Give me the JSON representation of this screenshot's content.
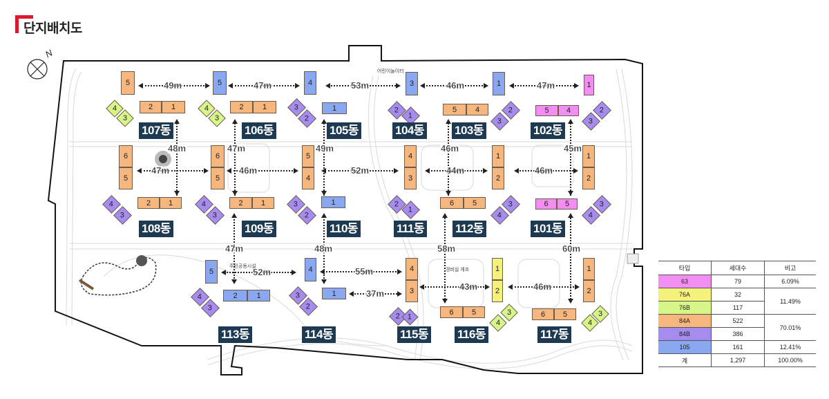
{
  "title": "단지배치도",
  "compass_label": "N",
  "colors": {
    "accent": "#e0182d",
    "label_bg": "#1d3a52",
    "63": "#f28ef2",
    "76A": "#f4f27a",
    "76B": "#d8f58a",
    "84A": "#f6b77f",
    "84B": "#a78cf0",
    "105": "#8aa7f2"
  },
  "buildings": {
    "b107": {
      "label": "107동",
      "units": [
        {
          "n": "5",
          "type": "84A"
        },
        {
          "n": "4",
          "type": "76B"
        },
        {
          "n": "3",
          "type": "76B"
        },
        {
          "n": "2",
          "type": "84A"
        },
        {
          "n": "1",
          "type": "84A"
        }
      ]
    },
    "b106": {
      "label": "106동",
      "units": [
        {
          "n": "5",
          "type": "105"
        },
        {
          "n": "4",
          "type": "76B"
        },
        {
          "n": "3",
          "type": "76B"
        },
        {
          "n": "2",
          "type": "84A"
        },
        {
          "n": "1",
          "type": "84A"
        }
      ]
    },
    "b105": {
      "label": "105동",
      "units": [
        {
          "n": "4",
          "type": "105"
        },
        {
          "n": "3",
          "type": "84B"
        },
        {
          "n": "2",
          "type": "84B"
        },
        {
          "n": "1",
          "type": "105"
        }
      ]
    },
    "b104": {
      "label": "104동",
      "units": [
        {
          "n": "3",
          "type": "105"
        },
        {
          "n": "2",
          "type": "84B"
        },
        {
          "n": "1",
          "type": "84B"
        }
      ]
    },
    "b103": {
      "label": "103동",
      "units": [
        {
          "n": "5",
          "type": "84A"
        },
        {
          "n": "4",
          "type": "84A"
        },
        {
          "n": "1",
          "type": "105"
        },
        {
          "n": "2",
          "type": "84B"
        },
        {
          "n": "3",
          "type": "84B"
        }
      ]
    },
    "b102": {
      "label": "102동",
      "units": [
        {
          "n": "5",
          "type": "63"
        },
        {
          "n": "4",
          "type": "63"
        },
        {
          "n": "1",
          "type": "63"
        },
        {
          "n": "2",
          "type": "84B"
        },
        {
          "n": "3",
          "type": "84B"
        }
      ]
    },
    "b108": {
      "label": "108동",
      "units": [
        {
          "n": "6",
          "type": "84A"
        },
        {
          "n": "5",
          "type": "84A"
        },
        {
          "n": "4",
          "type": "84B"
        },
        {
          "n": "3",
          "type": "84B"
        },
        {
          "n": "2",
          "type": "84A"
        },
        {
          "n": "1",
          "type": "84A"
        }
      ]
    },
    "b109": {
      "label": "109동",
      "units": [
        {
          "n": "6",
          "type": "84A"
        },
        {
          "n": "5",
          "type": "84A"
        },
        {
          "n": "4",
          "type": "84B"
        },
        {
          "n": "3",
          "type": "84B"
        },
        {
          "n": "2",
          "type": "84A"
        },
        {
          "n": "1",
          "type": "84A"
        }
      ]
    },
    "b110": {
      "label": "110동",
      "units": [
        {
          "n": "5",
          "type": "84A"
        },
        {
          "n": "4",
          "type": "84A"
        },
        {
          "n": "3",
          "type": "84B"
        },
        {
          "n": "2",
          "type": "84B"
        },
        {
          "n": "1",
          "type": "105"
        }
      ]
    },
    "b111": {
      "label": "111동",
      "units": [
        {
          "n": "4",
          "type": "84A"
        },
        {
          "n": "3",
          "type": "84A"
        },
        {
          "n": "2",
          "type": "84B"
        },
        {
          "n": "1",
          "type": "84B"
        }
      ]
    },
    "b112": {
      "label": "112동",
      "units": [
        {
          "n": "1",
          "type": "84A"
        },
        {
          "n": "2",
          "type": "84A"
        },
        {
          "n": "6",
          "type": "84A"
        },
        {
          "n": "5",
          "type": "84A"
        },
        {
          "n": "3",
          "type": "84B"
        },
        {
          "n": "4",
          "type": "84B"
        }
      ]
    },
    "b101": {
      "label": "101동",
      "units": [
        {
          "n": "1",
          "type": "84A"
        },
        {
          "n": "2",
          "type": "84A"
        },
        {
          "n": "6",
          "type": "63"
        },
        {
          "n": "5",
          "type": "63"
        },
        {
          "n": "3",
          "type": "84B"
        },
        {
          "n": "4",
          "type": "84B"
        }
      ]
    },
    "b113": {
      "label": "113동",
      "units": [
        {
          "n": "5",
          "type": "105"
        },
        {
          "n": "4",
          "type": "84B"
        },
        {
          "n": "3",
          "type": "84B"
        },
        {
          "n": "2",
          "type": "105"
        },
        {
          "n": "1",
          "type": "105"
        }
      ]
    },
    "b114": {
      "label": "114동",
      "units": [
        {
          "n": "4",
          "type": "105"
        },
        {
          "n": "3",
          "type": "84B"
        },
        {
          "n": "2",
          "type": "84B"
        },
        {
          "n": "1",
          "type": "105"
        }
      ]
    },
    "b115": {
      "label": "115동",
      "units": [
        {
          "n": "4",
          "type": "84A"
        },
        {
          "n": "3",
          "type": "84A"
        },
        {
          "n": "2",
          "type": "84B"
        },
        {
          "n": "1",
          "type": "84B"
        }
      ]
    },
    "b116": {
      "label": "116동",
      "units": [
        {
          "n": "6",
          "type": "84A"
        },
        {
          "n": "5",
          "type": "84A"
        },
        {
          "n": "1",
          "type": "76A"
        },
        {
          "n": "2",
          "type": "76A"
        },
        {
          "n": "3",
          "type": "76B"
        },
        {
          "n": "4",
          "type": "76B"
        }
      ]
    },
    "b117": {
      "label": "117동",
      "units": [
        {
          "n": "6",
          "type": "84A"
        },
        {
          "n": "5",
          "type": "84A"
        },
        {
          "n": "1",
          "type": "84A"
        },
        {
          "n": "2",
          "type": "84A"
        },
        {
          "n": "3",
          "type": "76B"
        },
        {
          "n": "4",
          "type": "76B"
        }
      ]
    }
  },
  "distances": {
    "d107_106": "49m",
    "d106_105": "47m",
    "d105_104": "53m",
    "d104_103": "46m",
    "d103_102": "47m",
    "d107_108": "48m",
    "d106_109": "47m",
    "d105_110": "49m",
    "d104_111": "46m",
    "d103_112": "45m",
    "d108_109": "47m",
    "d109_110": "46m",
    "d110_111": "52m",
    "d111_112": "44m",
    "d112_101": "46m",
    "d109_113": "47m",
    "d110_114": "48m",
    "d113_114": "52m",
    "d114_115": "55m",
    "d114_115b": "37m",
    "d112_116": "58m",
    "d101_117": "60m",
    "d115_116": "43m",
    "d116_117": "46m"
  },
  "facility_labels": {
    "top_facility": "어린이놀이터",
    "community": "주민공동시설",
    "guard": "경비실 게조"
  },
  "legend": {
    "headers": [
      "타입",
      "세대수",
      "비고"
    ],
    "rows": [
      {
        "type": "63",
        "count": "79",
        "note": "6.09%"
      },
      {
        "type": "76A",
        "count": "32",
        "note": "11.49%"
      },
      {
        "type": "76B",
        "count": "117",
        "note": ""
      },
      {
        "type": "84A",
        "count": "522",
        "note": "70.01%"
      },
      {
        "type": "84B",
        "count": "386",
        "note": ""
      },
      {
        "type": "105",
        "count": "161",
        "note": "12.41%"
      }
    ],
    "total": {
      "label": "계",
      "count": "1,297",
      "note": "100.00%"
    }
  }
}
